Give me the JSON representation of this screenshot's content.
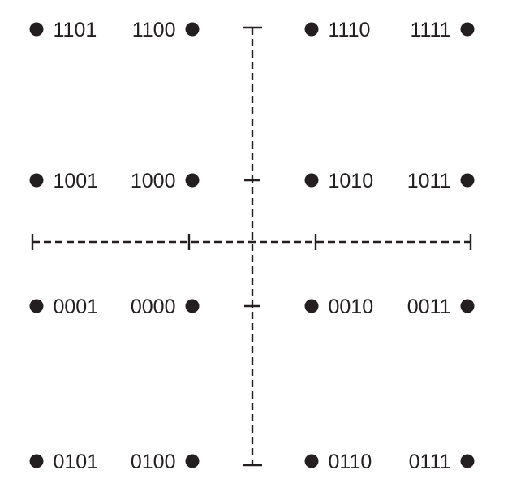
{
  "constellation": {
    "rows": [
      [
        {
          "code": "1101",
          "dot": "left"
        },
        {
          "code": "1100",
          "dot": "right"
        },
        {
          "code": "1110",
          "dot": "left"
        },
        {
          "code": "1111",
          "dot": "right"
        }
      ],
      [
        {
          "code": "1001",
          "dot": "left"
        },
        {
          "code": "1000",
          "dot": "right"
        },
        {
          "code": "1010",
          "dot": "left"
        },
        {
          "code": "1011",
          "dot": "right"
        }
      ],
      [
        {
          "code": "0001",
          "dot": "left"
        },
        {
          "code": "0000",
          "dot": "right"
        },
        {
          "code": "0010",
          "dot": "left"
        },
        {
          "code": "0011",
          "dot": "right"
        }
      ],
      [
        {
          "code": "0101",
          "dot": "left"
        },
        {
          "code": "0100",
          "dot": "right"
        },
        {
          "code": "0110",
          "dot": "left"
        },
        {
          "code": "0111",
          "dot": "right"
        }
      ]
    ]
  },
  "colors": {
    "ink": "#231f20",
    "background": "#ffffff"
  }
}
